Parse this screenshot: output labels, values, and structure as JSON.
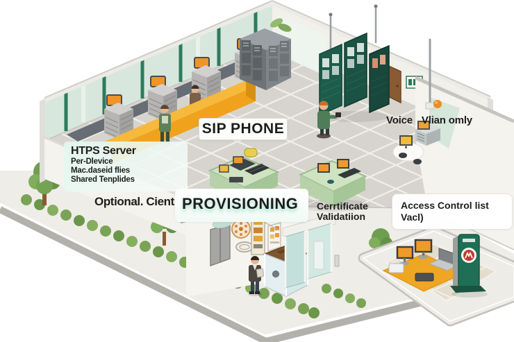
{
  "scene": {
    "description": "Isometric illustration of a bank/office interior showing SIP phone provisioning concepts",
    "labels": {
      "sip_phone": "SIP PHONE",
      "provisioning": "PROVISIONING",
      "server_panel": {
        "title": "HTPS Server",
        "line1": "Per-Dlevice",
        "line2": "Mac.daseid flies",
        "line3": "Shared Tenplides"
      },
      "optional_client": "Optional. Cient",
      "certificate_validation": {
        "line1": "Cerrtificate",
        "line2": "Validatiion"
      },
      "access_control": {
        "line1": "Access Control list",
        "line2": "Vacl)"
      },
      "voice_vlan": {
        "word1": "Voice",
        "word2": "Vlian omly"
      }
    },
    "icons": {
      "exit_sign": "green-pictogram-wall-sign",
      "kiosk_display": "red-circle-logo-screen",
      "plant_decal": "green-leaf-wall-decal",
      "orange_lamp": "orange-wall-lamp"
    },
    "colors": {
      "counter_orange": "#f0a21c",
      "screen_orange": "#f09a2a",
      "glass_green": "#d8e7de",
      "mullion_green": "#2e7b5e",
      "cabinet_green": "#1d5c4a",
      "kiosk_green": "#1e6f55",
      "kiosk_red": "#c13a2e",
      "hedge_green": "#7aa356",
      "floor_gray": "#d7d4ce",
      "text_dark": "#1d1d1d"
    }
  }
}
